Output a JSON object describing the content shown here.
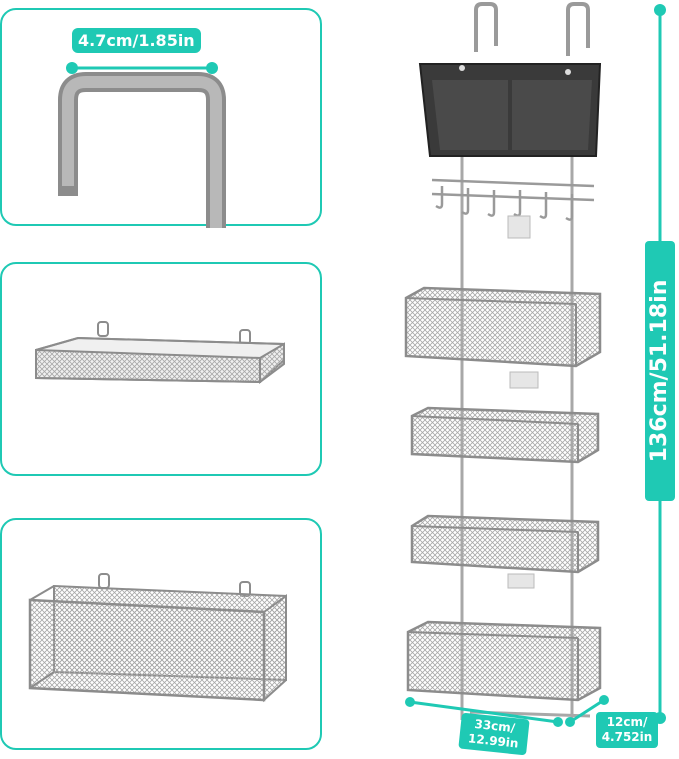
{
  "colors": {
    "accent": "#1fc9b4",
    "metal": "#a8a8a8",
    "metal_dark": "#8c8c8c",
    "organizer": "#3a3a3a"
  },
  "hook_panel": {
    "width_label": "4.7cm/1.85in"
  },
  "shelf_panel": {},
  "basket_panel": {},
  "rack": {
    "height_label": "136cm/51.18in",
    "width_label_line1": "33cm/",
    "width_label_line2": "12.99in",
    "depth_label_line1": "12cm/",
    "depth_label_line2": "4.752in"
  }
}
